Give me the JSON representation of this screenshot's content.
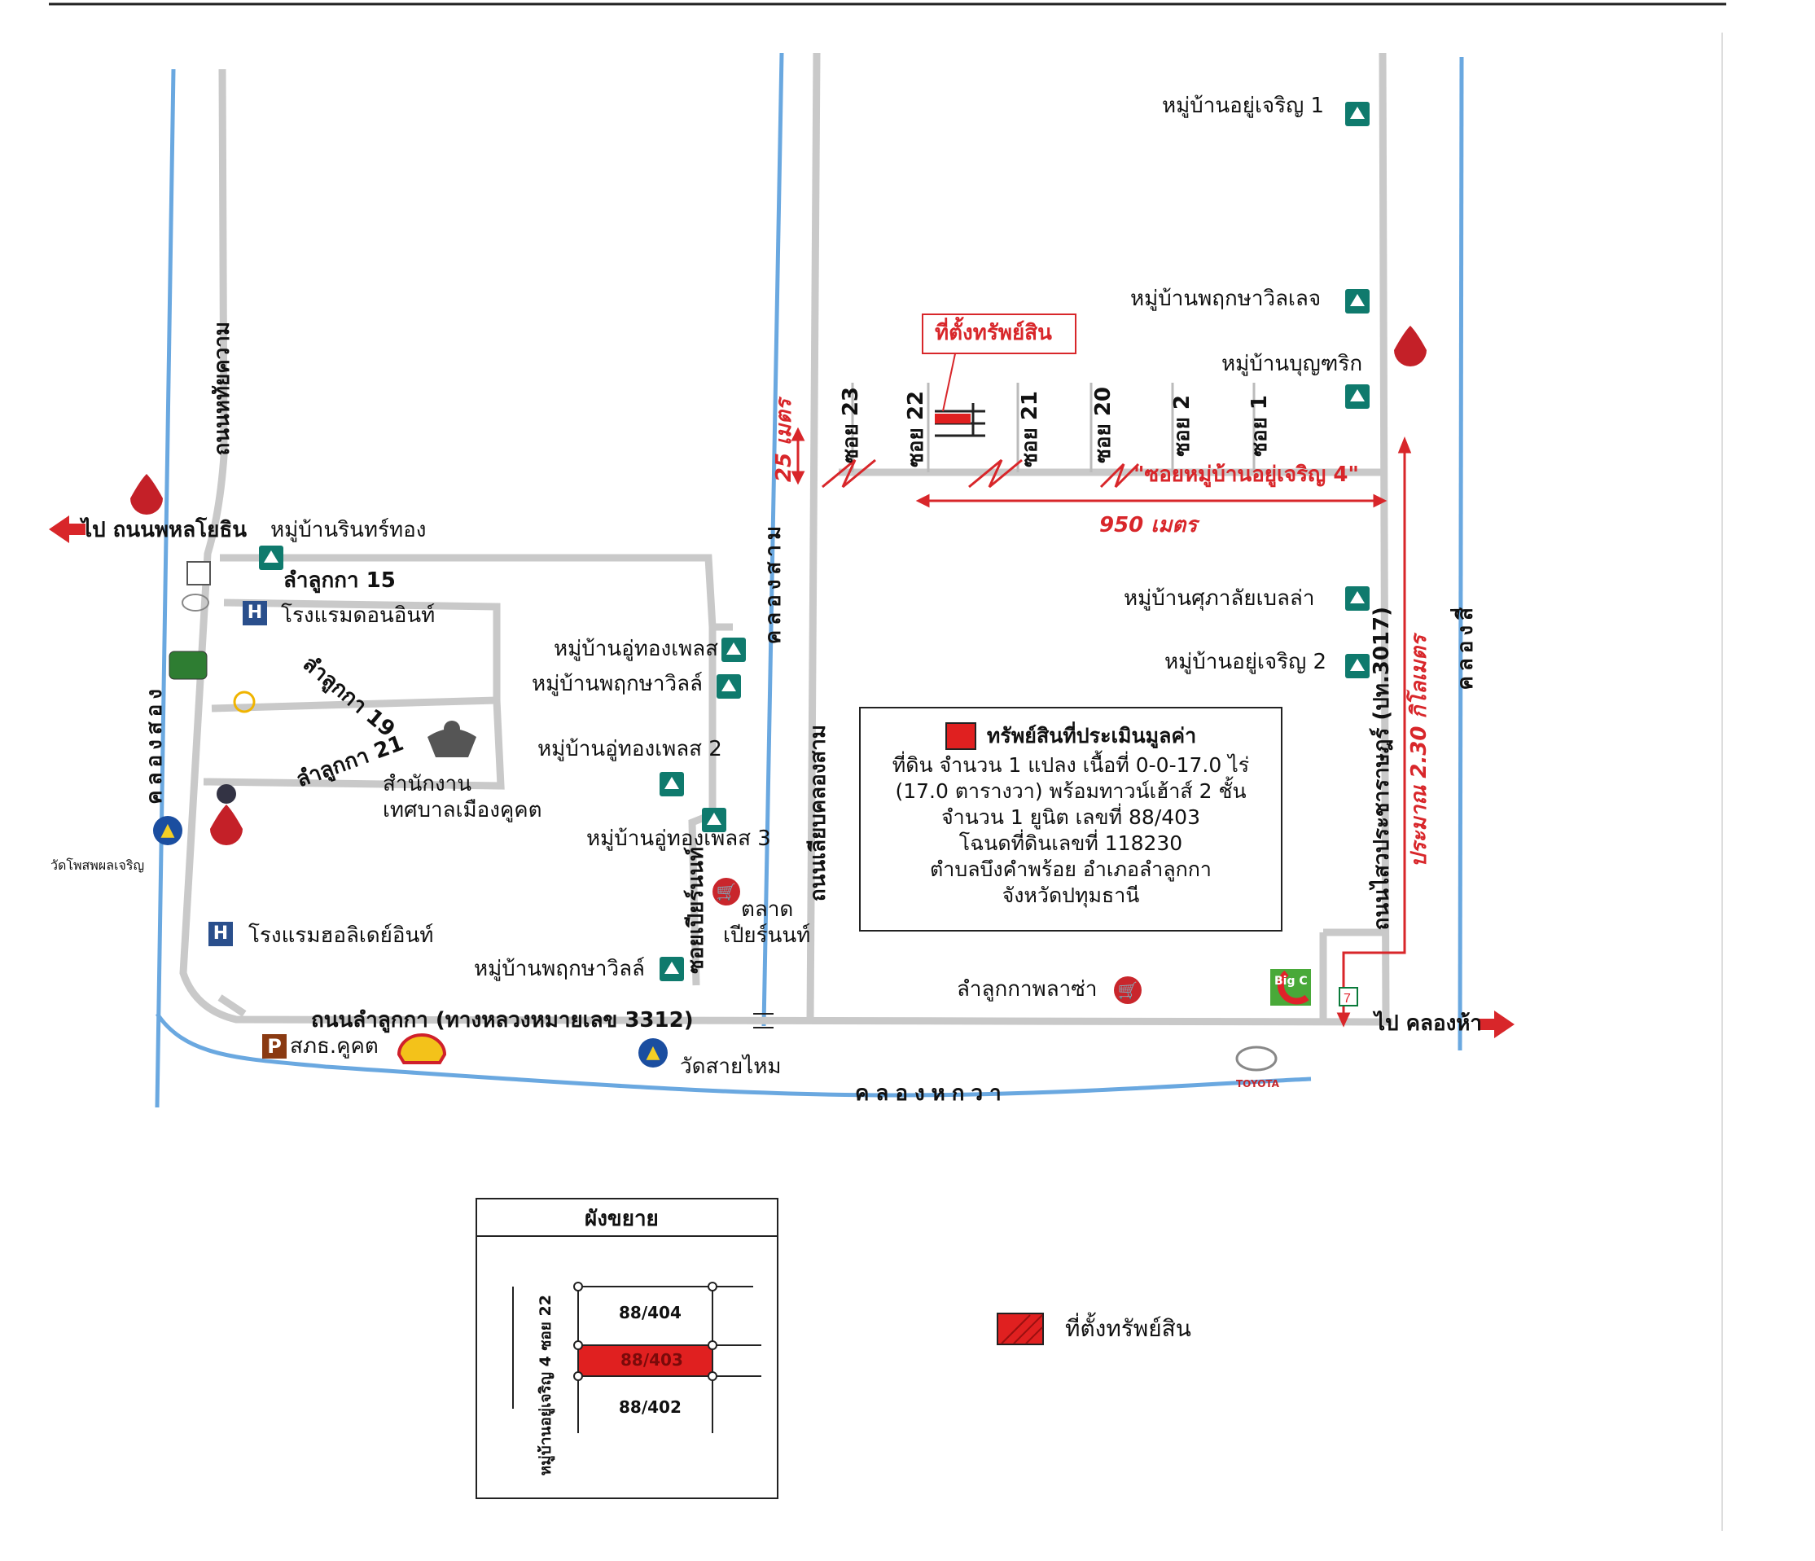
{
  "roads": {
    "thanon_hathai_khwam": "ถนนหทัยความ",
    "to_phahon_yothin": "ไป ถนนพหลโยธิน",
    "lam_luk_ka_15": "ลำลูกกา 15",
    "lam_luk_ka_19": "ลำลูกกา 19",
    "lam_luk_ka_21": "ลำลูกกา 21",
    "khlong_song": "คลองสอง",
    "khlong_sam": "คลองสาม",
    "thanon_lieap_khlong_sam": "ถนนเลียบคลองสาม",
    "soi_pianhae": "ซอยเปียร์นนท์",
    "main_road": "ถนนลำลูกกา (ทางหลวงหมายเลข 3312)",
    "khlong_hok_wa": "คลองหกวา",
    "thanon_saiprachathip": "ถนนไสวประชาราษฎร์ (ปท.3017)",
    "khlong_si": "คลองสี่",
    "to_khlong_ha": "ไป คลองห้า",
    "approx_distance": "ประมาณ 2.30 กิโลเมตร",
    "soi_main": "\"ซอยหมู่บ้านอยู่เจริญ 4\"",
    "dist_25": "25 เมตร",
    "dist_950": "950 เมตร",
    "soi_23": "ซอย 23",
    "soi_22": "ซอย 22",
    "soi_21": "ซอย 21",
    "soi_20": "ซอย 20",
    "soi_2": "ซอย 2",
    "soi_1": "ซอย 1"
  },
  "places": {
    "yu_charoen_1": "หมู่บ้านอยู่เจริญ 1",
    "pruksa_village": "หมู่บ้านพฤกษาวิลเลจ",
    "bunyarit": "หมู่บ้านบุญฑริก",
    "sala_bella": "หมู่บ้านศุภาลัยเบลล่า",
    "yu_charoen_2": "หมู่บ้านอยู่เจริญ 2",
    "rin_thong": "หมู่บ้านรินทร์ทอง",
    "don_inn": "โรงแรมดอนอินท์",
    "u_thong_place": "หมู่บ้านอู่ทองเพลส",
    "pruksa_ville_1": "หมู่บ้านพฤกษาวิลล์",
    "u_thong_place_2": "หมู่บ้านอู่ทองเพลส 2",
    "u_thong_place_3": "หมู่บ้านอู่ทองเพลส 3",
    "municipal_office_1": "สำนักงาน",
    "municipal_office_2": "เทศบาลเมืองคูคต",
    "market_1": "ตลาด",
    "market_2": "เปียร์นนท์",
    "holiday_inn": "โรงแรมฮอลิเดย์อินท์",
    "pruksa_ville_2": "หมู่บ้านพฤกษาวิลล์",
    "lam_luk_ka_plaza": "ลำลูกกาพลาซ่า",
    "police": "สภธ.คูคต",
    "wat_sai_mai": "วัดสายไหม",
    "wat_phosamphan": "วัดโพสพผลเจริญ",
    "toyota": "TOYOTA",
    "big_c": "Big C"
  },
  "property_label": "ที่ตั้งทรัพย์สิน",
  "infobox": {
    "title": "ทรัพย์สินที่ประเมินมูลค่า",
    "lines": [
      "ที่ดิน จำนวน 1 แปลง เนื้อที่ 0-0-17.0 ไร่",
      "(17.0 ตารางวา) พร้อมทาวน์เฮ้าส์ 2 ชั้น",
      "จำนวน 1 ยูนิต เลขที่ 88/403",
      "โฉนดที่ดินเลขที่ 118230",
      "ตำบลบึงคำพร้อย อำเภอลำลูกกา",
      "จังหวัดปทุมธานี"
    ]
  },
  "inset": {
    "title": "ผังขยาย",
    "road": "หมู่บ้านอยู่เจริญ 4 ซอย 22",
    "lot_top": "88/404",
    "lot_mid": "88/403",
    "lot_bot": "88/402"
  },
  "legend": {
    "label": "ที่ตั้งทรัพย์สิน"
  },
  "colors": {
    "canal": "#6aa8e0",
    "road": "#c8c8c8",
    "property": "#e02020",
    "accent_red": "#d8262a",
    "village_icon": "#0f7a6d"
  }
}
